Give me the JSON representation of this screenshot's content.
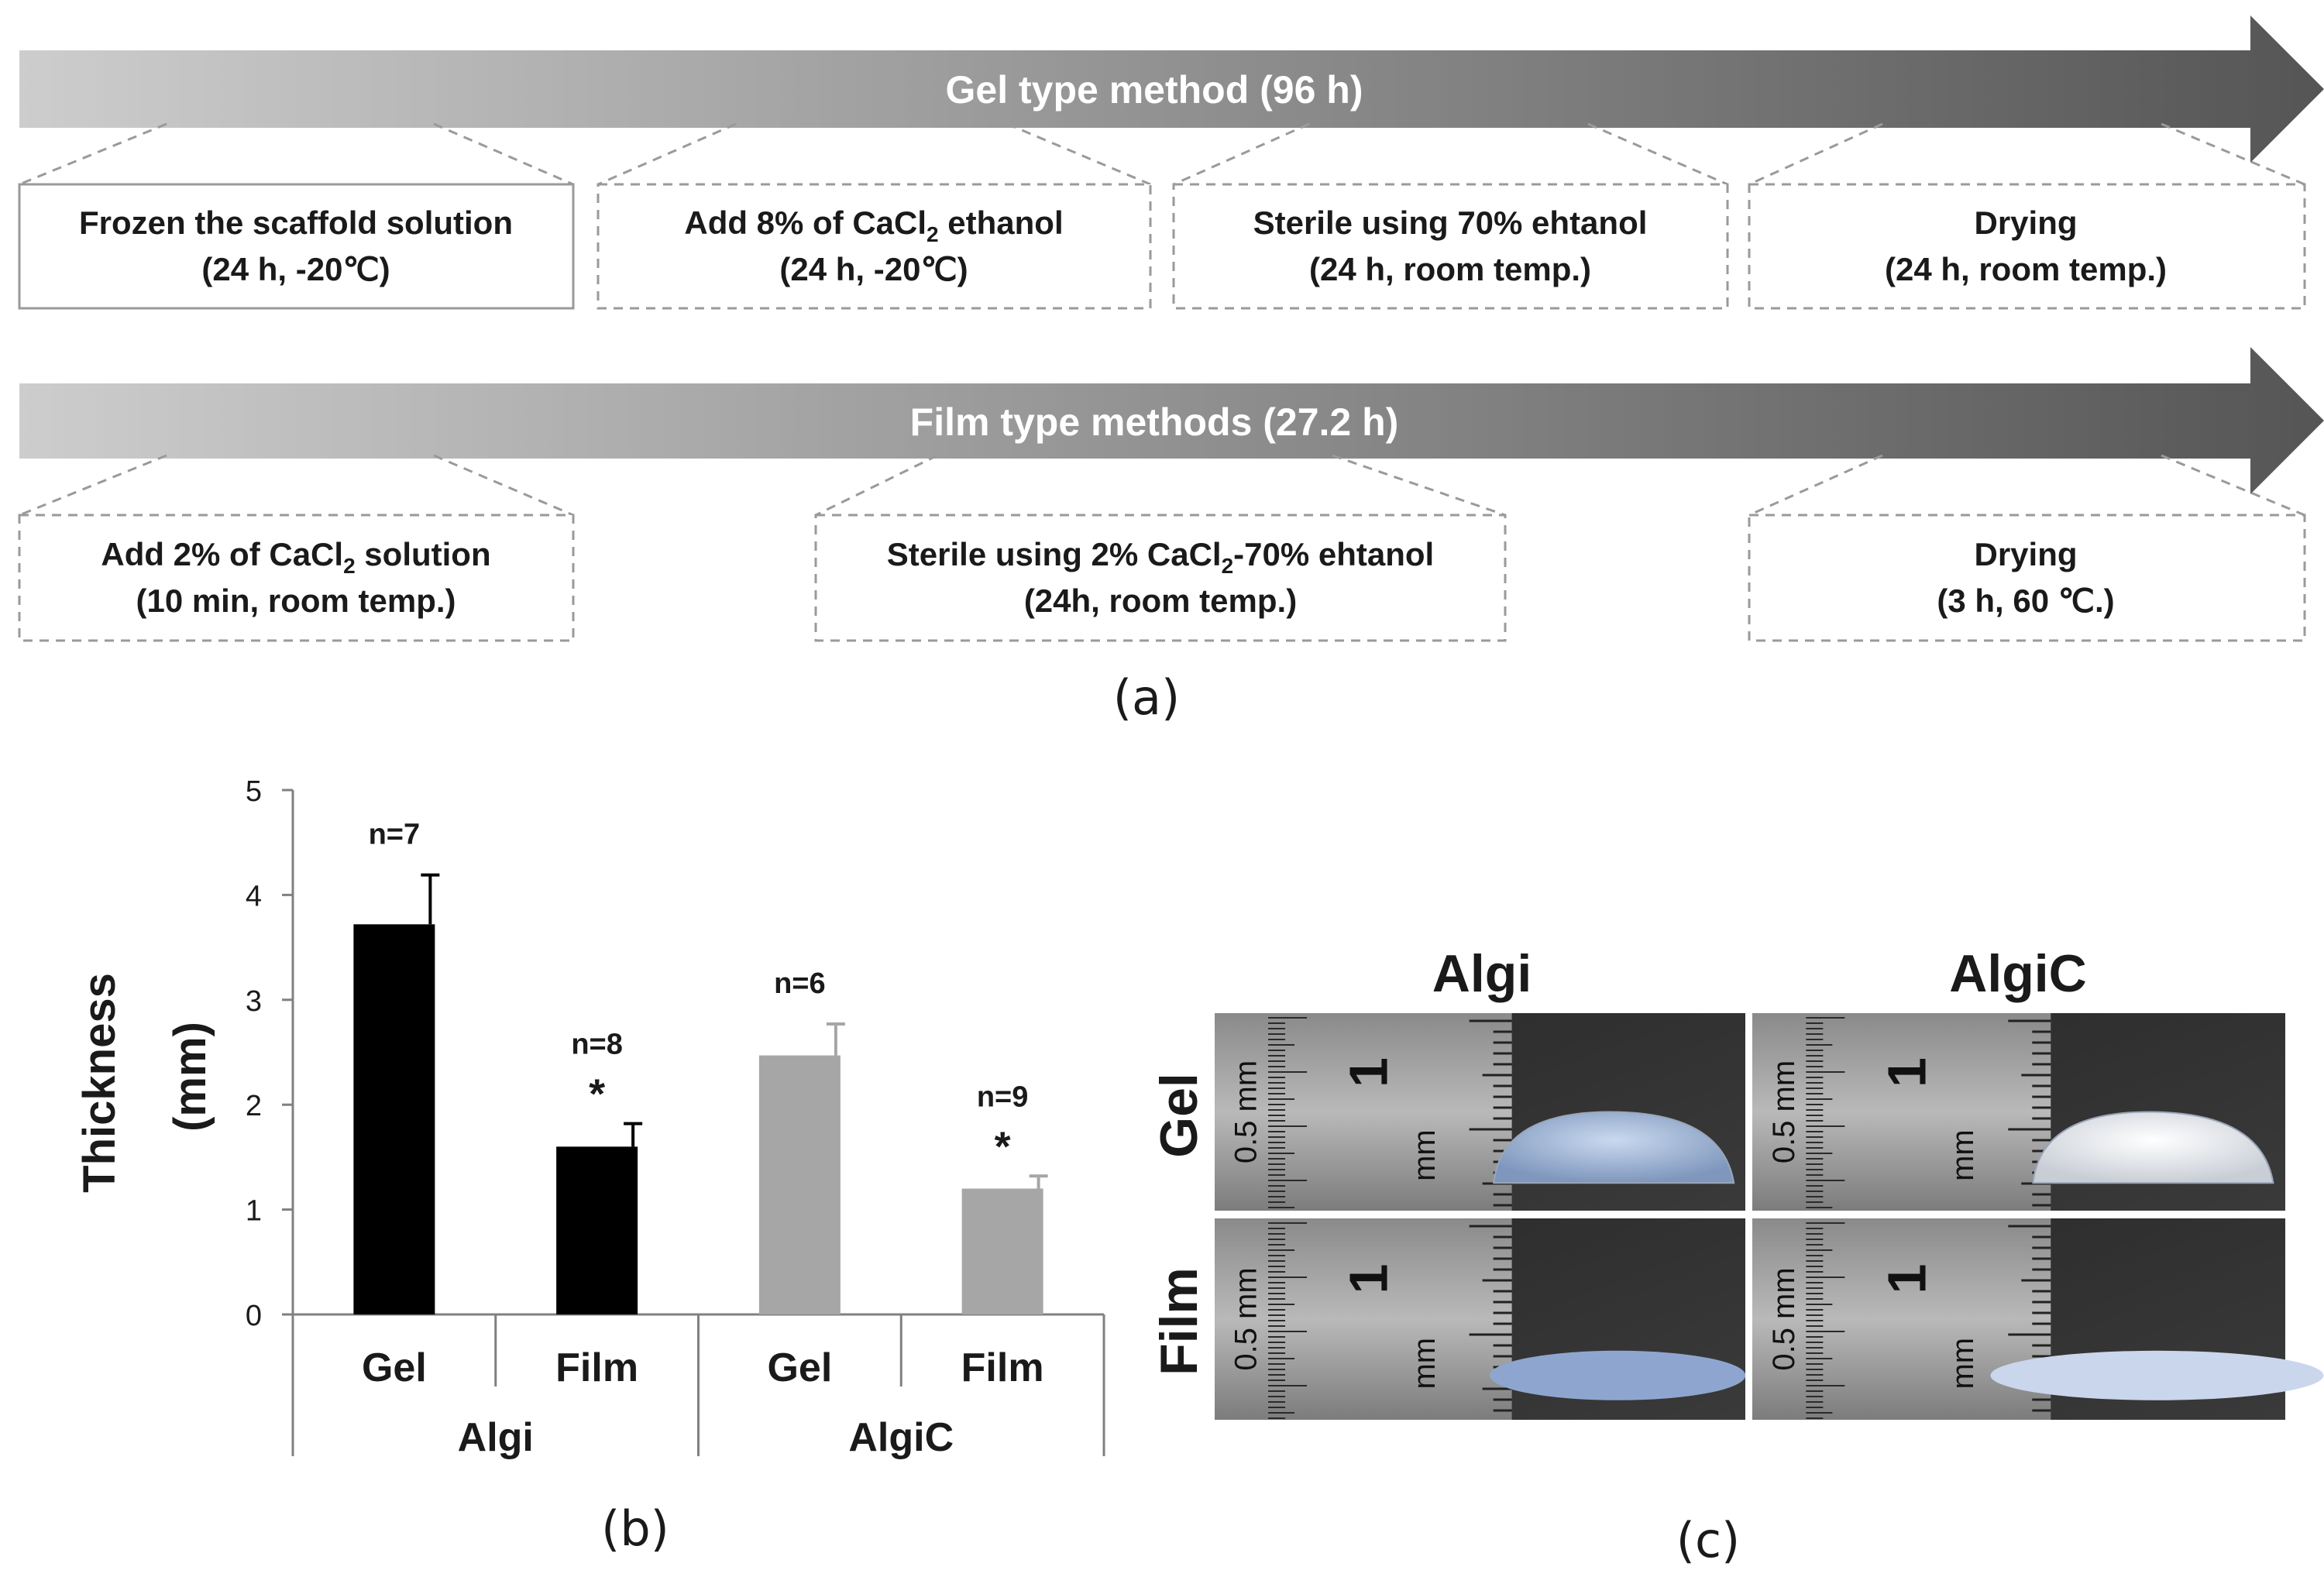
{
  "panel_a": {
    "label": "(a)",
    "gel": {
      "title": "Gel type method (96 h)",
      "steps": [
        {
          "line1": "Frozen the scaffold solution",
          "line2": "(24 h, -20℃)"
        },
        {
          "line1_pre": "Add 8% of CaCl",
          "line1_sub": "2",
          "line1_post": " ethanol",
          "line2": "(24 h, -20℃)"
        },
        {
          "line1": "Sterile using 70% ehtanol",
          "line2": "(24 h, room temp.)"
        },
        {
          "line1": "Drying",
          "line2": "(24 h, room temp.)"
        }
      ]
    },
    "film": {
      "title": "Film type methods (27.2 h)",
      "steps": [
        {
          "line1_pre": "Add 2% of CaCl",
          "line1_sub": "2",
          "line1_post": " solution",
          "line2": "(10 min, room temp.)"
        },
        {
          "line1_pre": "Sterile using 2% CaCl",
          "line1_sub": "2",
          "line1_post": "-70% ehtanol",
          "line2": "(24h, room temp.)"
        },
        {
          "line1": "Drying",
          "line2": "(3 h, 60 ℃.)"
        }
      ]
    }
  },
  "panel_b": {
    "label": "(b)"
  },
  "panel_c": {
    "label": "(c)",
    "col_labels": [
      "Algi",
      "AlgiC"
    ],
    "row_labels": [
      "Gel",
      "Film"
    ],
    "ruler_text": {
      "one": "1",
      "half": "0.5 mm",
      "mm": "mm"
    }
  },
  "colors": {
    "algi_bar": "#000000",
    "algic_bar": "#a6a6a6",
    "arrow_light": "#c8c8c8",
    "arrow_dark": "#5a5a5a"
  },
  "chart_data": {
    "type": "bar",
    "ylabel": "Thickness (mm)",
    "ylim": [
      0,
      5
    ],
    "yticks": [
      0,
      1,
      2,
      3,
      4,
      5
    ],
    "groups": [
      "Algi",
      "AlgiC"
    ],
    "categories": [
      "Gel",
      "Film",
      "Gel",
      "Film"
    ],
    "group_of_category": [
      "Algi",
      "Algi",
      "AlgiC",
      "AlgiC"
    ],
    "values": [
      3.72,
      1.6,
      2.47,
      1.2
    ],
    "errors": [
      0.47,
      0.22,
      0.3,
      0.12
    ],
    "n_labels": [
      "n=7",
      "n=8",
      "n=6",
      "n=9"
    ],
    "significance": [
      "",
      "*",
      "",
      "*"
    ],
    "grid": false,
    "legend": "none"
  }
}
